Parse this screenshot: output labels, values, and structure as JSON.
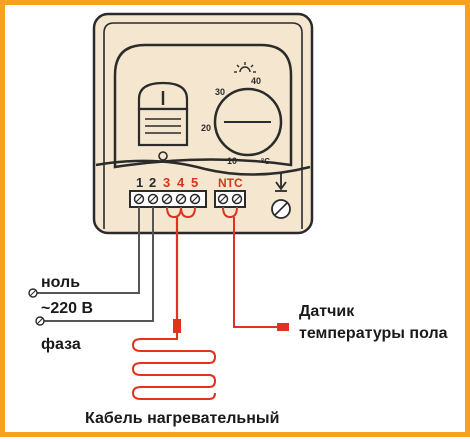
{
  "colors": {
    "frame": "#f5a31a",
    "panel": "#f5e6cf",
    "outline": "#2b2b2b",
    "wire_red": "#e0321e",
    "wire_gray": "#555555",
    "label_red": "#d9331f"
  },
  "dial": {
    "scale": [
      "30",
      "40",
      "20",
      "10"
    ],
    "unit": "°C"
  },
  "terminals": {
    "numbers": [
      "1",
      "2",
      "3",
      "4",
      "5"
    ],
    "ntc": "NTC"
  },
  "labels": {
    "neutral": "ноль",
    "voltage": "~220 В",
    "phase": "фаза",
    "sensor_line1": "Датчик",
    "sensor_line2": "температуры пола",
    "cable": "Кабель нагревательный"
  }
}
